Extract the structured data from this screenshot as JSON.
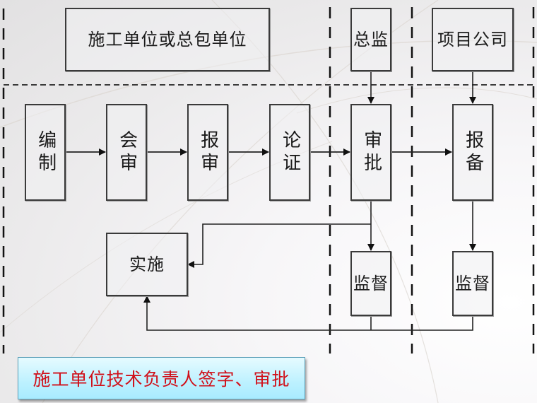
{
  "diagram": {
    "lanes": [
      {
        "id": "contractor",
        "header": "施工单位或总包单位"
      },
      {
        "id": "chief_supervisor",
        "header": "总监"
      },
      {
        "id": "project_company",
        "header": "项目公司"
      }
    ],
    "process_steps": [
      {
        "id": "compile",
        "label": "编制",
        "lane": "contractor"
      },
      {
        "id": "joint_review",
        "label": "会审",
        "lane": "contractor"
      },
      {
        "id": "submit_review",
        "label": "报审",
        "lane": "contractor"
      },
      {
        "id": "demonstrate",
        "label": "论证",
        "lane": "contractor"
      },
      {
        "id": "approve",
        "label": "审批",
        "lane": "chief_supervisor"
      },
      {
        "id": "file_record",
        "label": "报备",
        "lane": "project_company"
      }
    ],
    "implement": {
      "label": "实施",
      "lane": "contractor"
    },
    "supervise_boxes": [
      {
        "id": "supervise_chief",
        "label": "监督",
        "lane": "chief_supervisor"
      },
      {
        "id": "supervise_company",
        "label": "监督",
        "lane": "project_company"
      }
    ],
    "edges": [
      {
        "from": "compile",
        "to": "joint_review"
      },
      {
        "from": "joint_review",
        "to": "submit_review"
      },
      {
        "from": "submit_review",
        "to": "demonstrate"
      },
      {
        "from": "demonstrate",
        "to": "approve"
      },
      {
        "from": "approve",
        "to": "file_record"
      },
      {
        "from": "chief_supervisor",
        "to": "approve"
      },
      {
        "from": "project_company",
        "to": "file_record"
      },
      {
        "from": "approve",
        "to": "supervise_chief"
      },
      {
        "from": "approve",
        "to": "implement"
      },
      {
        "from": "file_record",
        "to": "supervise_company"
      },
      {
        "from": "supervise_chief",
        "to": "implement"
      },
      {
        "from": "supervise_company",
        "to": "implement"
      }
    ],
    "note": {
      "text": "施工单位技术负责人签字、审批",
      "text_color": "#d0101a"
    }
  },
  "colors": {
    "line": "#1e1e1e",
    "box_border": "#3a3a3a",
    "note_bg": "#bdf1ff",
    "note_text": "#d0101a"
  }
}
